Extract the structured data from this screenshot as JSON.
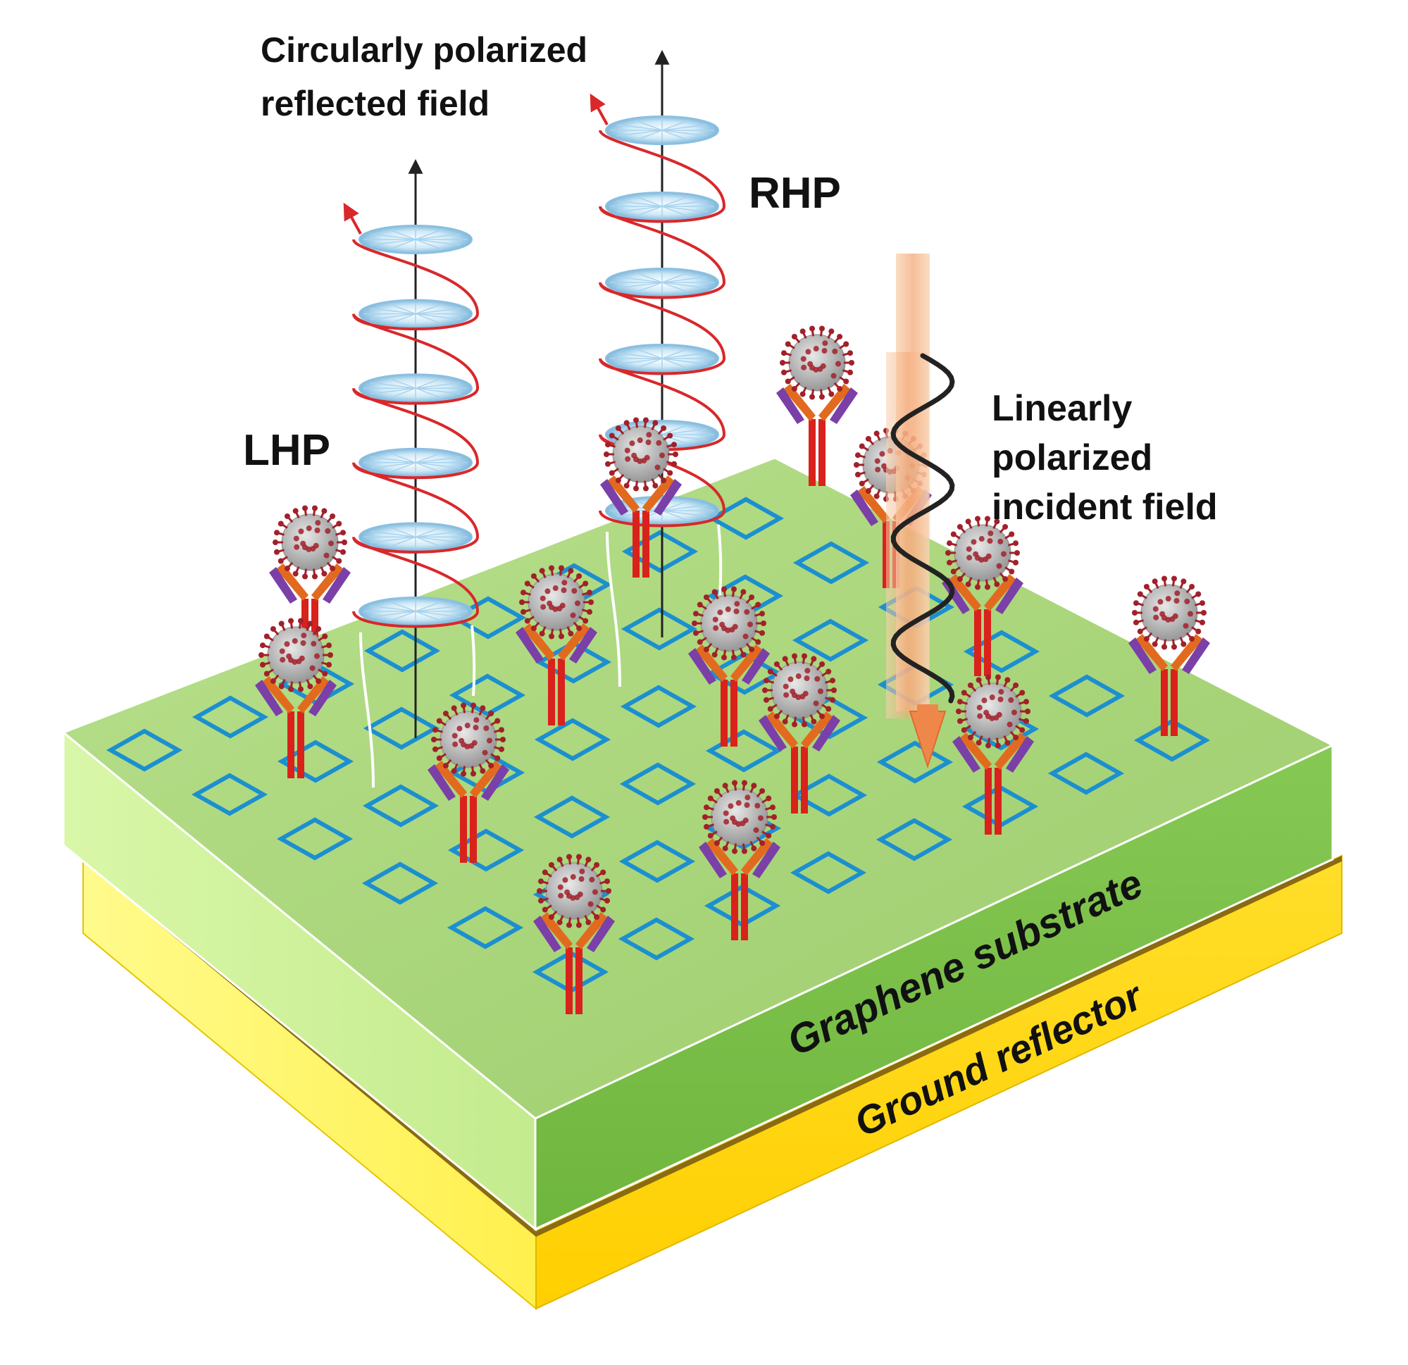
{
  "labels": {
    "reflected_field_line1": "Circularly polarized",
    "reflected_field_line2": "reflected field",
    "rhp": "RHP",
    "lhp": "LHP",
    "incident_line1": "Linearly",
    "incident_line2": "polarized",
    "incident_line3": "incident field",
    "substrate": "Graphene substrate",
    "reflector": "Ground reflector"
  },
  "icons": {
    "helix_left": "circular-polarization-helix-icon",
    "helix_right": "circular-polarization-helix-icon",
    "incident_wave": "linear-wave-icon",
    "virus": "virus-icon",
    "antibody": "antibody-icon",
    "resonator": "square-ring-resonator-icon"
  },
  "colors": {
    "substrate_top": "#a9d67a",
    "substrate_front": "#7cbf4a",
    "substrate_left": "#ccef9a",
    "reflector_front": "#ffd500",
    "reflector_left": "#fff36a",
    "resonator": "#1c8fd0",
    "helix": "#d8282b",
    "antibody_stem": "#d9221b",
    "antibody_arm": "#e26a1f",
    "antibody_tip": "#7b3fa8",
    "virus_core": "#c2c2c2",
    "virus_spike": "#a1212a",
    "beam": "#f6b27a"
  }
}
